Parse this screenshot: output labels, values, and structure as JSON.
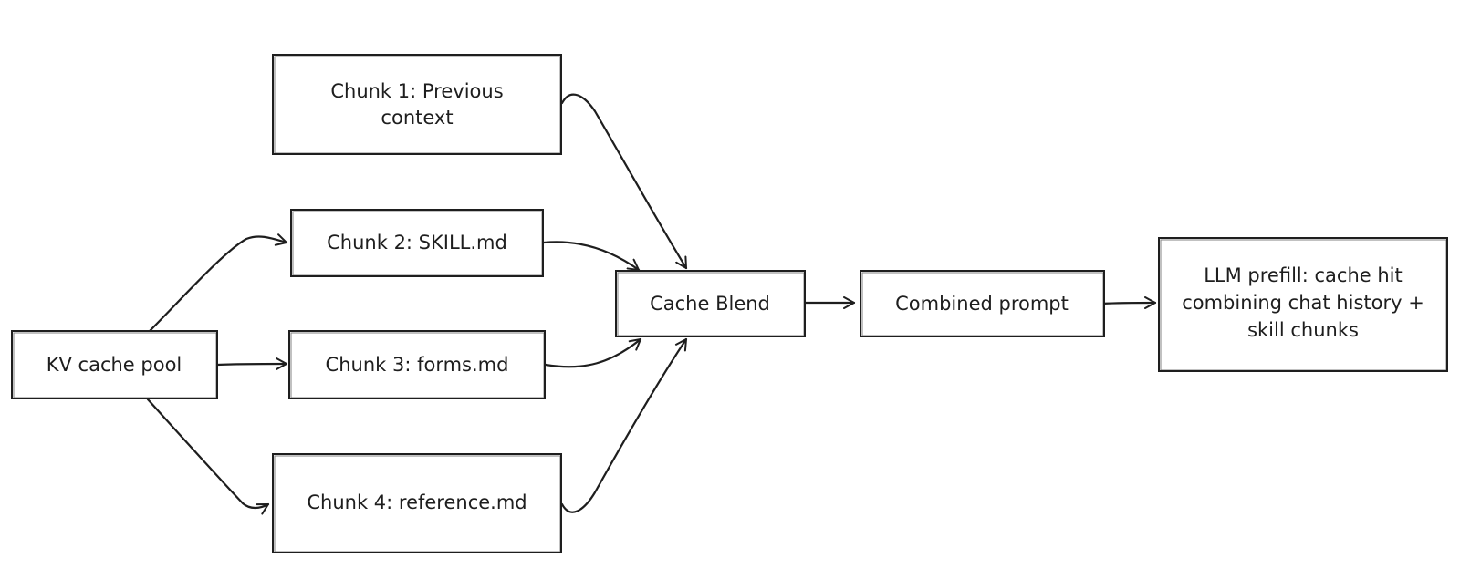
{
  "nodes": {
    "kv_cache_pool": {
      "label": "KV cache pool"
    },
    "chunk_1": {
      "label_line1": "Chunk 1: Previous",
      "label_line2": "context"
    },
    "chunk_2": {
      "label": "Chunk 2: SKILL.md"
    },
    "chunk_3": {
      "label": "Chunk 3: forms.md"
    },
    "chunk_4": {
      "label": "Chunk 4: reference.md"
    },
    "cache_blend": {
      "label": "Cache Blend"
    },
    "combined_prompt": {
      "label": "Combined prompt"
    },
    "llm_prefill": {
      "label_line1": "LLM prefill: cache hit",
      "label_line2": "combining chat history +",
      "label_line3": "skill chunks"
    }
  },
  "edges": [
    {
      "from": "kv_cache_pool",
      "to": "chunk_2"
    },
    {
      "from": "kv_cache_pool",
      "to": "chunk_3"
    },
    {
      "from": "kv_cache_pool",
      "to": "chunk_4"
    },
    {
      "from": "chunk_1",
      "to": "cache_blend"
    },
    {
      "from": "chunk_2",
      "to": "cache_blend"
    },
    {
      "from": "chunk_3",
      "to": "cache_blend"
    },
    {
      "from": "chunk_4",
      "to": "cache_blend"
    },
    {
      "from": "cache_blend",
      "to": "combined_prompt"
    },
    {
      "from": "combined_prompt",
      "to": "llm_prefill"
    }
  ],
  "colors": {
    "stroke": "#1e1e1e",
    "background": "#ffffff"
  }
}
